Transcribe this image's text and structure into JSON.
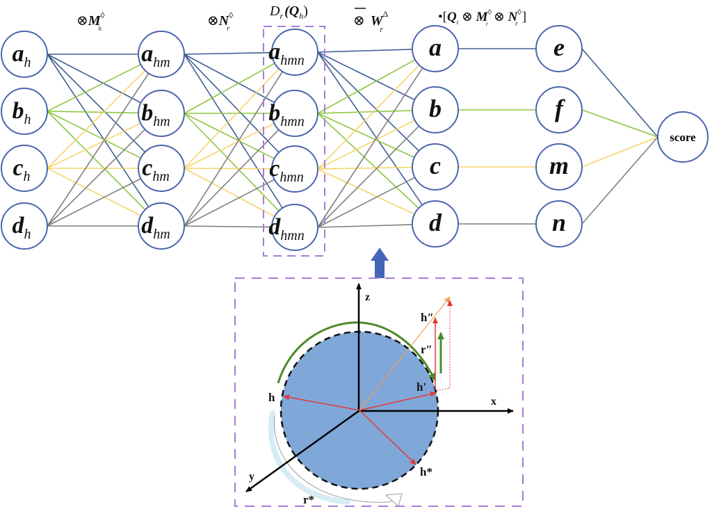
{
  "colors": {
    "node_stroke": "#4a64ad",
    "edge_a": "#3e5f93",
    "edge_b": "#8dc63f",
    "edge_c": "#f5d46a",
    "edge_d": "#7f7f7f",
    "dash_box": "#a77bd6",
    "arrow_up": "#4566b8",
    "sphere_fill": "#7fa7d8",
    "red_vector": "#e53935",
    "orange_vector": "#f0a050",
    "green_arc": "#4e8a2a",
    "light_arc": "#cfe8f0"
  },
  "operators": {
    "op1": {
      "prefix": "⊗",
      "main": "M",
      "sup": "◊",
      "sub": "h"
    },
    "op2": {
      "prefix": "⊗",
      "main": "N",
      "sup": "◊",
      "sub": "r"
    },
    "op3": {
      "main": "D",
      "sub": "r",
      "arg": "(Q",
      "arg_sub": "h",
      "close": ")"
    },
    "op4": {
      "prefix": "⊗",
      "main": "W",
      "sup": "Δ",
      "sub": "r"
    },
    "op5": {
      "text1": "•[",
      "Q": "Q",
      "Q_sub": "t",
      "otimes1": " ⊗ ",
      "M": "M",
      "M_sup": "◊",
      "M_sub": "t",
      "otimes2": " ⊗ ",
      "N": "N",
      "N_sup": "◊",
      "N_sub": "r",
      "close": "]"
    }
  },
  "layers": [
    {
      "name": "head",
      "nodes": [
        {
          "main": "a",
          "sub": "h"
        },
        {
          "main": "b",
          "sub": "h"
        },
        {
          "main": "c",
          "sub": "h"
        },
        {
          "main": "d",
          "sub": "h"
        }
      ]
    },
    {
      "name": "hm",
      "nodes": [
        {
          "main": "a",
          "sub": "hm"
        },
        {
          "main": "b",
          "sub": "hm"
        },
        {
          "main": "c",
          "sub": "hm"
        },
        {
          "main": "d",
          "sub": "hm"
        }
      ]
    },
    {
      "name": "hmn",
      "nodes": [
        {
          "main": "a",
          "sub": "hmn"
        },
        {
          "main": "b",
          "sub": "hmn"
        },
        {
          "main": "c",
          "sub": "hmn"
        },
        {
          "main": "d",
          "sub": "hmn"
        }
      ]
    },
    {
      "name": "abcd",
      "nodes": [
        {
          "main": "a",
          "sub": ""
        },
        {
          "main": "b",
          "sub": ""
        },
        {
          "main": "c",
          "sub": ""
        },
        {
          "main": "d",
          "sub": ""
        }
      ]
    },
    {
      "name": "efmn",
      "nodes": [
        {
          "main": "e",
          "sub": ""
        },
        {
          "main": "f",
          "sub": ""
        },
        {
          "main": "m",
          "sub": ""
        },
        {
          "main": "n",
          "sub": ""
        }
      ]
    }
  ],
  "output_node": {
    "label": "score"
  },
  "sphere": {
    "axes": {
      "x": "x",
      "y": "y",
      "z": "z"
    },
    "vectors": {
      "h": "h",
      "h_prime": "h'",
      "h_double": "h″",
      "r_double": "r″",
      "h_star": "h*",
      "r_star": "r*"
    }
  }
}
